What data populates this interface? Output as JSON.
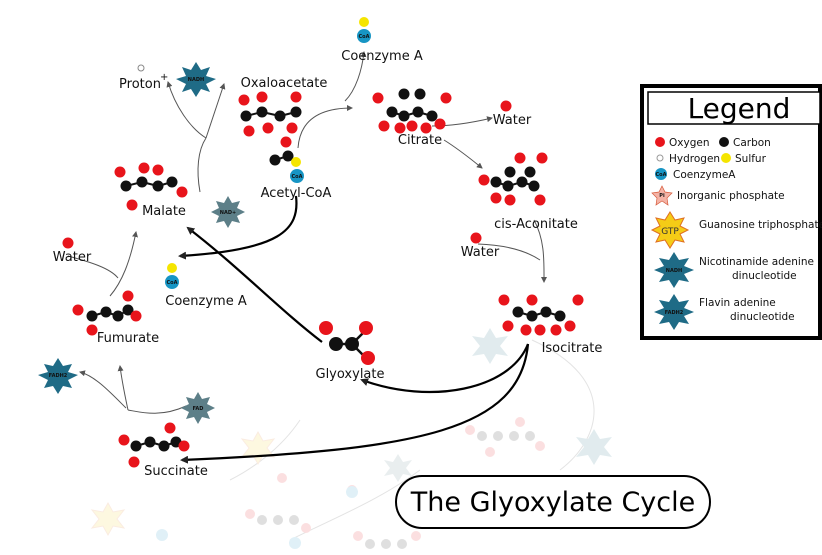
{
  "title": "The Glyoxylate Cycle",
  "legend": {
    "heading": "Legend",
    "oxygen": "Oxygen",
    "carbon": "Carbon",
    "hydrogen": "Hydrogen",
    "sulfur": "Sulfur",
    "coenzymea": "CoenzymeA",
    "pi": "Inorganic phosphate",
    "gtp": "Guanosine triphosphate",
    "nadh_line1": "Nicotinamide adenine",
    "nadh_line2": "dinucleotide",
    "fadh_line1": "Flavin adenine",
    "fadh_line2": "dinucleotide"
  },
  "badges": {
    "coa": "CoA",
    "nadh": "NADH",
    "nad": "NAD+",
    "fad": "FAD",
    "fadh2": "FADH2",
    "pi": "Pi",
    "gtp": "GTP"
  },
  "labels": {
    "coenzyme_a_top": "Coenzyme A",
    "proton": "Proton",
    "proton_charge": "+",
    "oxaloacetate": "Oxaloacetate",
    "citrate": "Citrate",
    "water_top": "Water",
    "cis_aconitate": "cis-Aconitate",
    "water_right": "Water",
    "isocitrate": "Isocitrate",
    "acetyl_coa": "Acetyl-CoA",
    "malate": "Malate",
    "water_left": "Water",
    "coenzyme_a_mid": "Coenzyme A",
    "fumurate": "Fumurate",
    "glyoxylate": "Glyoxylate",
    "succinate": "Succinate"
  },
  "colors": {
    "oxygen": "#e8141b",
    "carbon": "#111111",
    "hydrogen": "#ffffff",
    "sulfur": "#f5e500",
    "coa": "#1795c4",
    "nadh": "#1f6b86",
    "nad": "#5d7f88",
    "gtp": "#f5cc16",
    "pi": "#f4b3a6"
  }
}
